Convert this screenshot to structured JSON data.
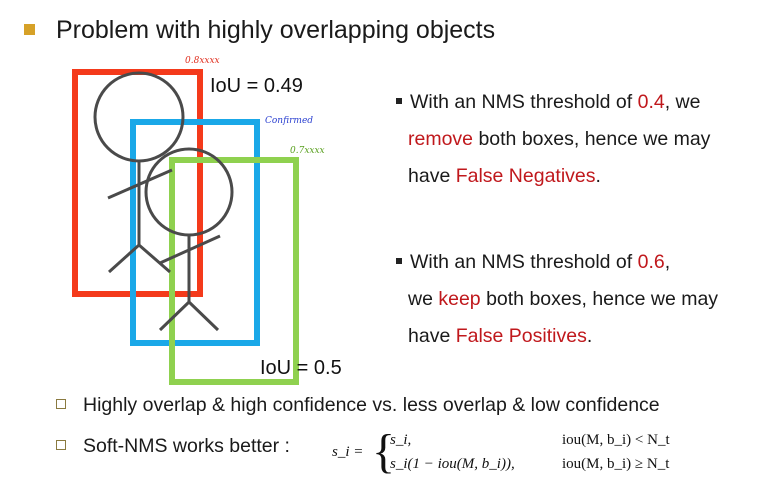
{
  "title": "Problem with highly overlapping objects",
  "figure": {
    "iou_top": "IoU = 0.49",
    "iou_bottom": "IoU = 0.5",
    "annotations": {
      "red": "0.8xxxx",
      "blue": "Confirmed",
      "green": "0.7xxxx"
    },
    "colors": {
      "red_box": "#f43a1b",
      "blue_box": "#1aa8e8",
      "green_box": "#8fd14f",
      "figure": "#4a4a4a"
    }
  },
  "points": [
    {
      "lines": [
        [
          "With an NMS threshold of ",
          "0.4",
          ", we"
        ],
        [
          "",
          "remove",
          " both boxes, hence we may"
        ],
        [
          "have ",
          "False Negatives",
          "."
        ]
      ]
    },
    {
      "lines": [
        [
          "With an NMS threshold of ",
          "0.6",
          ","
        ],
        [
          "we ",
          "keep",
          " both boxes, hence we may"
        ],
        [
          "have ",
          "False Positives",
          "."
        ]
      ]
    }
  ],
  "sub_bullets": [
    "Highly overlap & high confidence vs. less overlap & low confidence",
    "Soft-NMS works better :"
  ],
  "formula": {
    "lhs": "s_i =",
    "case1_value": "s_i,",
    "case1_condition": "iou(M, b_i) < N_t",
    "case2_value": "s_i(1 − iou(M, b_i)),",
    "case2_condition": "iou(M, b_i) ≥ N_t"
  },
  "accent_color": "#c0181c",
  "bullet_color": "#d6a128"
}
